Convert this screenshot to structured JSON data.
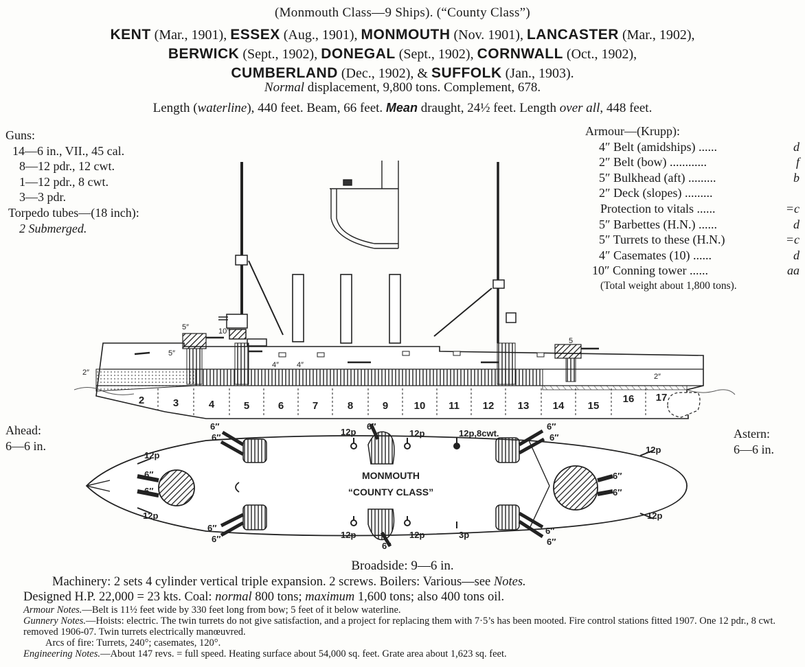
{
  "header": {
    "class_line": "(Monmouth Class—9 Ships). (“County Class”)",
    "ships": [
      {
        "name": "KENT",
        "date": "(Mar., 1901),"
      },
      {
        "name": "ESSEX",
        "date": "(Aug., 1901),"
      },
      {
        "name": "MONMOUTH",
        "date": "(Nov. 1901),"
      },
      {
        "name": "LANCASTER",
        "date": "(Mar., 1902),"
      },
      {
        "name": "BERWICK",
        "date": "(Sept., 1902),"
      },
      {
        "name": "DONEGAL",
        "date": "(Sept., 1902),"
      },
      {
        "name": "CORNWALL",
        "date": "(Oct., 1902),"
      },
      {
        "name": "CUMBERLAND",
        "date": "(Dec., 1902), &"
      },
      {
        "name": "SUFFOLK",
        "date": "(Jan., 1903)."
      }
    ],
    "displacement": {
      "label": "Normal",
      "rest": "displacement, 9,800 tons.  Complement, 678."
    },
    "dimensions": {
      "p1": "Length (",
      "p1i": "waterline",
      "p2": "), 440 feet.  Beam, 66 feet.",
      "mean": "Mean",
      "p3": "draught, 24½ feet.  Length",
      "oa": "over all",
      "p4": ", 448 feet."
    }
  },
  "guns": {
    "heading": "Guns:",
    "lines": [
      "14—6 in., VII., 45 cal.",
      "8—12 pdr., 12 cwt.",
      "1—12 pdr., 8 cwt.",
      "3—3 pdr."
    ],
    "torpedo": "Torpedo tubes—(18 inch):",
    "torpedo_detail": "2 Submerged."
  },
  "armour": {
    "heading": "Armour—(Krupp):",
    "rows": [
      {
        "text": "4″ Belt (amidships) ......",
        "grade": "d"
      },
      {
        "text": "2″ Belt (bow) ............",
        "grade": "f"
      },
      {
        "text": "5″ Bulkhead (aft) .........",
        "grade": "b"
      },
      {
        "text": "2″ Deck (slopes) .........",
        "grade": ""
      },
      {
        "text": "Protection to vitals ......",
        "grade": "=c"
      },
      {
        "text": "5″ Barbettes (H.N.) ......",
        "grade": "d"
      },
      {
        "text": "5″ Turrets to these (H.N.)",
        "grade": "=c"
      },
      {
        "text": "4″ Casemates (10)  ......",
        "grade": "d"
      },
      {
        "text": "10″ Conning tower  ......",
        "grade": "aa"
      }
    ],
    "total": "(Total weight about 1,800 tons)."
  },
  "fire": {
    "ahead_label": "Ahead:",
    "ahead_value": "6—6 in.",
    "astern_label": "Astern:",
    "astern_value": "6—6 in.",
    "broadside": "Broadside: 9—6 in."
  },
  "profile": {
    "compartments": [
      "2",
      "3",
      "4",
      "5",
      "6",
      "7",
      "8",
      "9",
      "10",
      "11",
      "12",
      "13",
      "14",
      "15",
      "16",
      "17"
    ],
    "labels": {
      "casemate": "5″",
      "casemate2": "5″",
      "barbette_aft": "5",
      "bow_belt": "2″",
      "belt1": "4″",
      "belt2": "4″",
      "stern_belt": "2″",
      "tower": "10″"
    }
  },
  "plan": {
    "title1": "MONMOUTH",
    "title2": "“COUNTY CLASS”",
    "gun6": "6″",
    "gun12": "12p",
    "gun12_8cwt": "12p,8cwt.",
    "gun3": "3p"
  },
  "notes": {
    "machinery": "Machinery: 2 sets 4 cylinder vertical triple expansion.  2 screws.  Boilers: Various—see",
    "machinery_it": "Notes.",
    "hp1": "Designed H.P. 22,000 = 23 kts.  Coal:",
    "hp_normal": "normal",
    "hp2": "800 tons;",
    "hp_max": "maximum",
    "hp3": "1,600 tons; also 400 tons oil.",
    "armour_label": "Armour Notes.",
    "armour_text": "—Belt is 11½ feet wide by 330 feet long from bow; 5 feet of it below waterline.",
    "gunnery_label": "Gunnery Notes.",
    "gunnery_text": "—Hoists: electric.  The twin turrets do not give satisfaction, and a project for replacing them with 7·5’s has been mooted.  Fire control stations fitted 1907.  One 12 pdr., 8 cwt. removed 1906-07.  Twin turrets electrically manœuvred.",
    "arcs": "Arcs of fire: Turrets, 240°; casemates, 120°.",
    "engineering_label": "Engineering Notes.",
    "engineering_text": "—About 147 revs. = full speed.  Heating surface about 54,000 sq. feet.  Grate area about 1,623 sq. feet."
  }
}
